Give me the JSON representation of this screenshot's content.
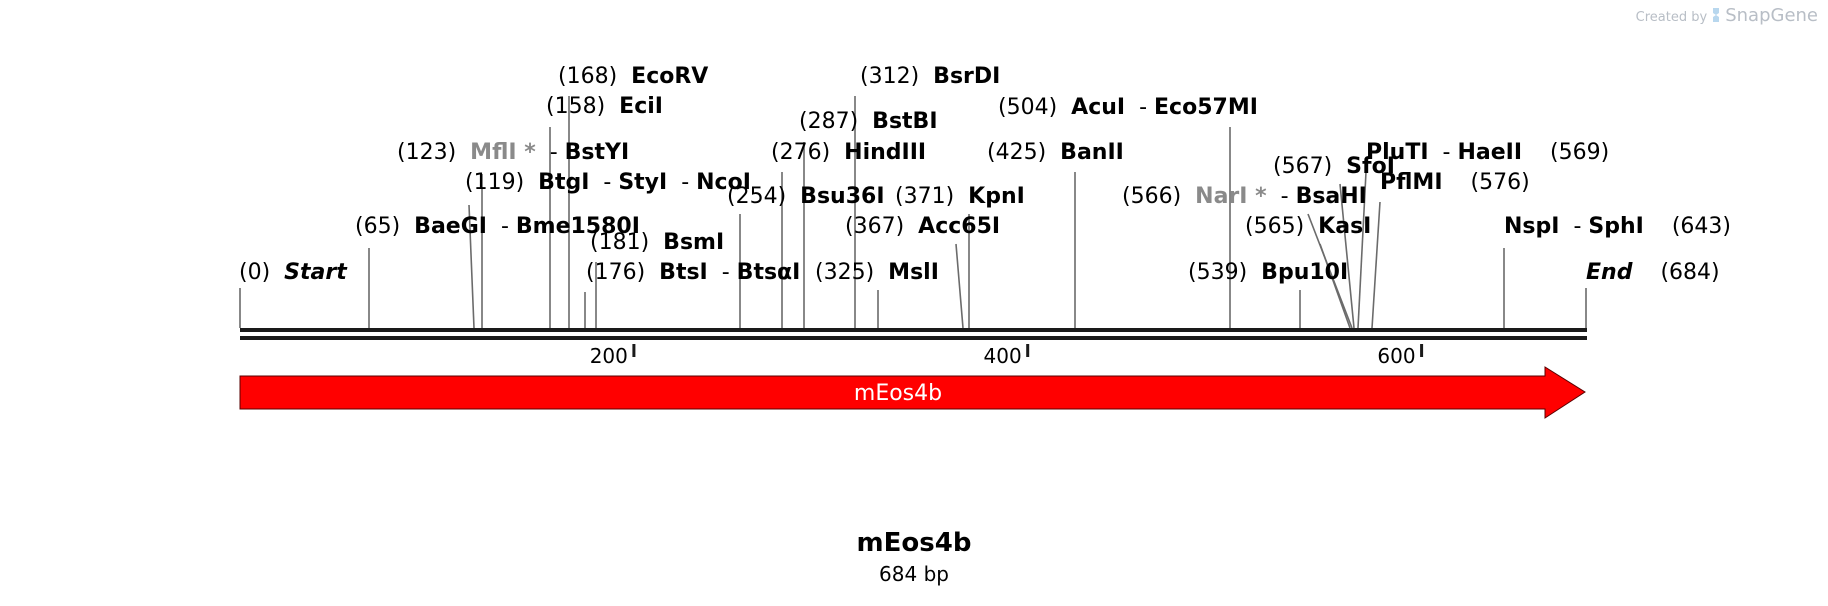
{
  "watermark": {
    "prefix": "Created by",
    "brand": "SnapGene"
  },
  "sequence": {
    "name": "mEos4b",
    "length_label": "684 bp",
    "length_bp": 684
  },
  "feature": {
    "label": "mEos4b",
    "color": "#ff0000",
    "start": 1,
    "end": 684,
    "direction": "forward"
  },
  "ruler": {
    "ticks": [
      {
        "value": 200,
        "label": "200"
      },
      {
        "value": 400,
        "label": "400"
      },
      {
        "value": 600,
        "label": "600"
      }
    ]
  },
  "sites": [
    {
      "pos": "(0)",
      "parts": [
        {
          "t": "Start",
          "style": "ends"
        }
      ]
    },
    {
      "pos": "(65)",
      "parts": [
        {
          "t": "BaeGI"
        },
        {
          "t": "Bme1580I"
        }
      ]
    },
    {
      "pos": "(119)",
      "parts": [
        {
          "t": "BtgI"
        },
        {
          "t": "StyI"
        },
        {
          "t": "NcoI"
        }
      ]
    },
    {
      "pos": "(123)",
      "parts": [
        {
          "t": "MflI",
          "style": "gray"
        },
        {
          "t": "BstYI"
        }
      ]
    },
    {
      "pos": "(158)",
      "parts": [
        {
          "t": "EciI"
        }
      ]
    },
    {
      "pos": "(168)",
      "parts": [
        {
          "t": "EcoRV"
        }
      ]
    },
    {
      "pos": "(176)",
      "parts": [
        {
          "t": "BtsI"
        },
        {
          "t": "BtsαI"
        }
      ]
    },
    {
      "pos": "(181)",
      "parts": [
        {
          "t": "BsmI"
        }
      ]
    },
    {
      "pos": "(254)",
      "parts": [
        {
          "t": "Bsu36I"
        }
      ]
    },
    {
      "pos": "(276)",
      "parts": [
        {
          "t": "HindIII"
        }
      ]
    },
    {
      "pos": "(287)",
      "parts": [
        {
          "t": "BstBI"
        }
      ]
    },
    {
      "pos": "(312)",
      "parts": [
        {
          "t": "BsrDI"
        }
      ]
    },
    {
      "pos": "(325)",
      "parts": [
        {
          "t": "MslI"
        }
      ]
    },
    {
      "pos": "(367)",
      "parts": [
        {
          "t": "Acc65I"
        }
      ]
    },
    {
      "pos": "(371)",
      "parts": [
        {
          "t": "KpnI"
        }
      ]
    },
    {
      "pos": "(425)",
      "parts": [
        {
          "t": "BanII"
        }
      ]
    },
    {
      "pos": "(504)",
      "parts": [
        {
          "t": "AcuI"
        },
        {
          "t": "Eco57MI"
        }
      ]
    },
    {
      "pos": "(539)",
      "parts": [
        {
          "t": "Bpu10I"
        }
      ]
    },
    {
      "pos": "(565)",
      "parts": [
        {
          "t": "KasI"
        }
      ]
    },
    {
      "pos": "(566)",
      "parts": [
        {
          "t": "NarI",
          "style": "gray"
        },
        {
          "t": "BsaHI"
        }
      ]
    },
    {
      "pos": "(567)",
      "parts": [
        {
          "t": "SfoI"
        }
      ]
    },
    {
      "pos": "(569)",
      "parts": [
        {
          "t": "PluTI"
        },
        {
          "t": "HaeII"
        }
      ]
    },
    {
      "pos": "(576)",
      "parts": [
        {
          "t": "PflMI"
        }
      ]
    },
    {
      "pos": "(643)",
      "parts": [
        {
          "t": "NspI"
        },
        {
          "t": "SphI"
        }
      ]
    },
    {
      "pos": "(684)",
      "parts": [
        {
          "t": "End",
          "style": "ends"
        }
      ]
    }
  ]
}
